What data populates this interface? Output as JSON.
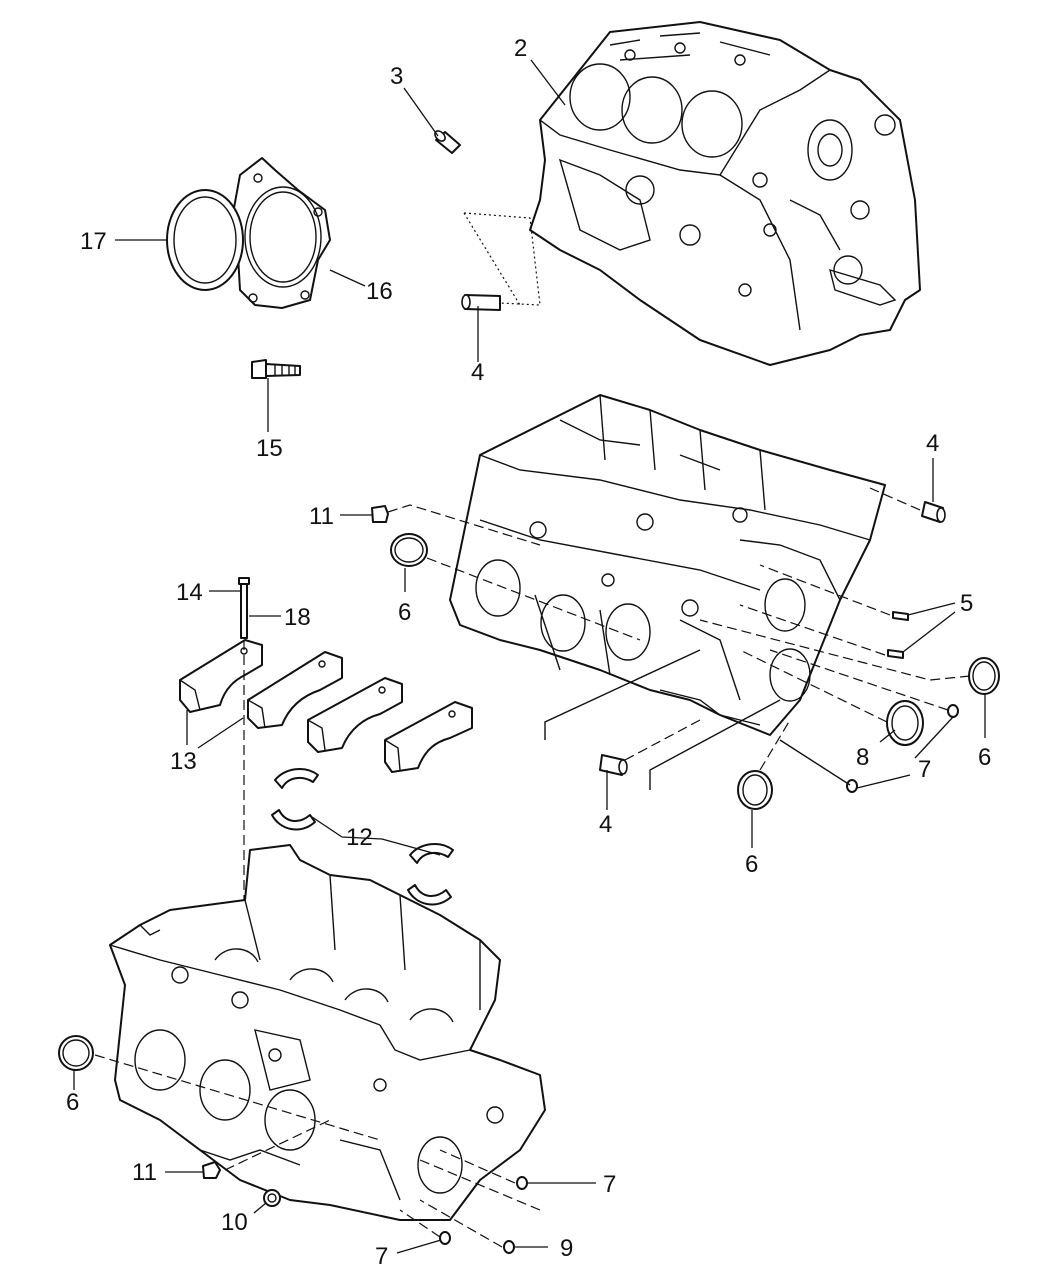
{
  "callouts": [
    {
      "id": "c2",
      "text": "2"
    },
    {
      "id": "c3",
      "text": "3"
    },
    {
      "id": "c4a",
      "text": "4"
    },
    {
      "id": "c4b",
      "text": "4"
    },
    {
      "id": "c4c",
      "text": "4"
    },
    {
      "id": "c5",
      "text": "5"
    },
    {
      "id": "c6a",
      "text": "6"
    },
    {
      "id": "c6b",
      "text": "6"
    },
    {
      "id": "c6c",
      "text": "6"
    },
    {
      "id": "c6d",
      "text": "6"
    },
    {
      "id": "c7a",
      "text": "7"
    },
    {
      "id": "c7b",
      "text": "7"
    },
    {
      "id": "c7c",
      "text": "7"
    },
    {
      "id": "c8",
      "text": "8"
    },
    {
      "id": "c9",
      "text": "9"
    },
    {
      "id": "c10",
      "text": "10"
    },
    {
      "id": "c11a",
      "text": "11"
    },
    {
      "id": "c11b",
      "text": "11"
    },
    {
      "id": "c12",
      "text": "12"
    },
    {
      "id": "c13",
      "text": "13"
    },
    {
      "id": "c14",
      "text": "14"
    },
    {
      "id": "c15",
      "text": "15"
    },
    {
      "id": "c16",
      "text": "16"
    },
    {
      "id": "c17",
      "text": "17"
    },
    {
      "id": "c18",
      "text": "18"
    }
  ]
}
